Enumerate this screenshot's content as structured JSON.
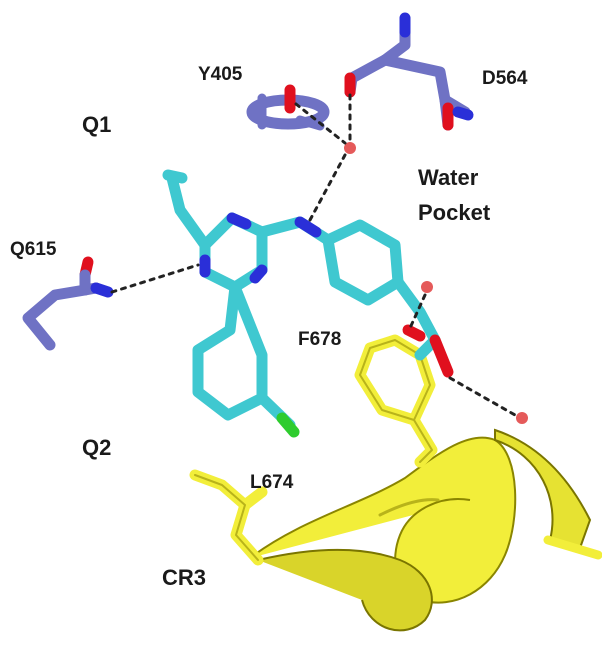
{
  "labels": {
    "q1": "Q1",
    "q2": "Q2",
    "y405": "Y405",
    "d564": "D564",
    "q615": "Q615",
    "water_pocket_line1": "Water",
    "water_pocket_line2": "Pocket",
    "f678": "F678",
    "l674": "L674",
    "cr3": "CR3"
  },
  "colors": {
    "protein_residue": "#6f72c4",
    "ligand_carbon": "#3fc8d0",
    "nitrogen": "#2a2fd8",
    "oxygen": "#e0101e",
    "chlorine": "#2ecc2e",
    "helix": "#f2ee3a",
    "water": "#e55a5a",
    "hbond": "#222222"
  }
}
